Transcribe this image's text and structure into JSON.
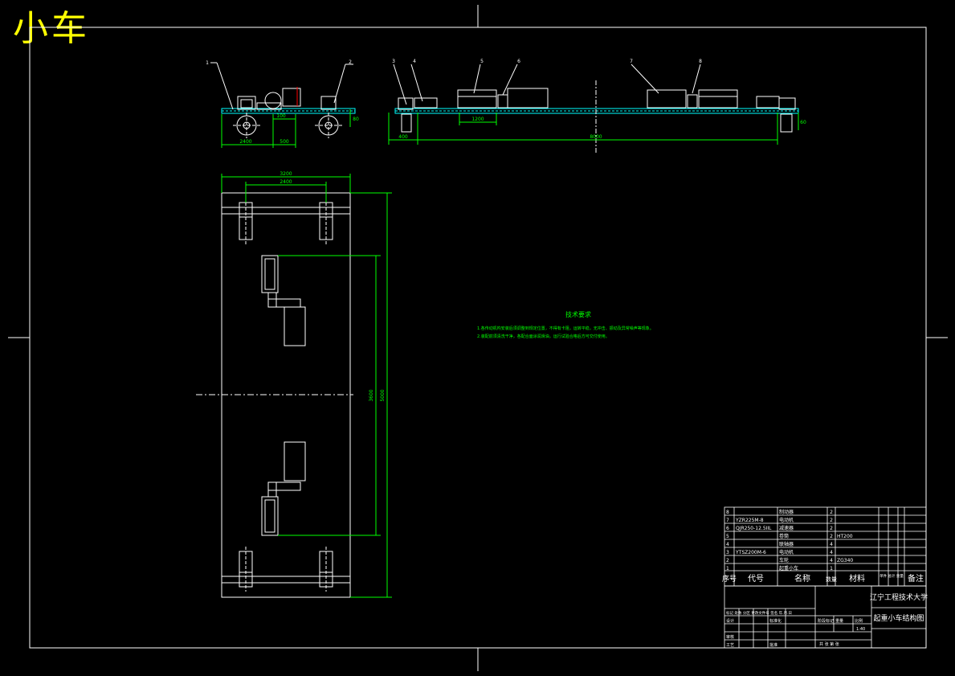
{
  "title": "小车",
  "balloons": [
    "1",
    "2",
    "3",
    "4",
    "5",
    "6",
    "7",
    "8"
  ],
  "dims": {
    "front_gauge": "2400",
    "front_offset": "500",
    "front_small": "100",
    "front_h": "80",
    "side_left": "400",
    "side_mid": "1200",
    "side_total": "8000",
    "side_h": "60",
    "plan_width": "3200",
    "plan_inner": "2400",
    "plan_len_inner": "3600",
    "plan_len_outer": "5000"
  },
  "notes": {
    "heading": "技术要求",
    "line1": "1.各传动机构安装后须调整到规定位置，不得有卡阻，运转平稳，无冲击、振动及异常噪声等现象。",
    "line2": "2.装配前须清洗干净，各配合面涂润滑油，运行试验合格后方可交付使用。"
  },
  "bom": {
    "rows": [
      {
        "no": "8",
        "code": "",
        "name": "制动器",
        "qty": "2",
        "mat": "",
        "note": ""
      },
      {
        "no": "7",
        "code": "YZR225M-8",
        "name": "电动机",
        "qty": "2",
        "mat": "",
        "note": ""
      },
      {
        "no": "6",
        "code": "QJR250-12.5IIL",
        "name": "减速器",
        "qty": "2",
        "mat": "",
        "note": ""
      },
      {
        "no": "5",
        "code": "",
        "name": "卷筒",
        "qty": "2",
        "mat": "HT200",
        "note": ""
      },
      {
        "no": "4",
        "code": "",
        "name": "联轴器",
        "qty": "4",
        "mat": "",
        "note": ""
      },
      {
        "no": "3",
        "code": "YTSZ200M-6",
        "name": "电动机",
        "qty": "4",
        "mat": "",
        "note": ""
      },
      {
        "no": "2",
        "code": "",
        "name": "车轮",
        "qty": "4",
        "mat": "ZG340",
        "note": ""
      },
      {
        "no": "1",
        "code": "",
        "name": "起重小车",
        "qty": "1",
        "mat": "",
        "note": ""
      }
    ],
    "header": {
      "no": "序号",
      "code": "代号",
      "name": "名称",
      "qty": "数量",
      "mat": "材料",
      "weight": "单件 总计 重量",
      "note": "备注"
    }
  },
  "titleblock": {
    "school": "辽宁工程技术大学",
    "drawing": "起重小车结构图",
    "design": "设计",
    "review": "审核",
    "process": "工艺",
    "approve": "批准",
    "stage": "阶段标记",
    "weight": "重量",
    "scale": "比例",
    "scale_val": "1:40",
    "sheets": "共 张 第 张",
    "std": "标准化",
    "marks": "标记 处数 分区 更改文件号 签名 年.月.日"
  },
  "colors": {
    "frame": "#ffffff",
    "geometry": "#ffffff",
    "dimension": "#00ff00",
    "hatch": "#00ffff",
    "title": "#ffff00",
    "accent": "#ff0000"
  }
}
